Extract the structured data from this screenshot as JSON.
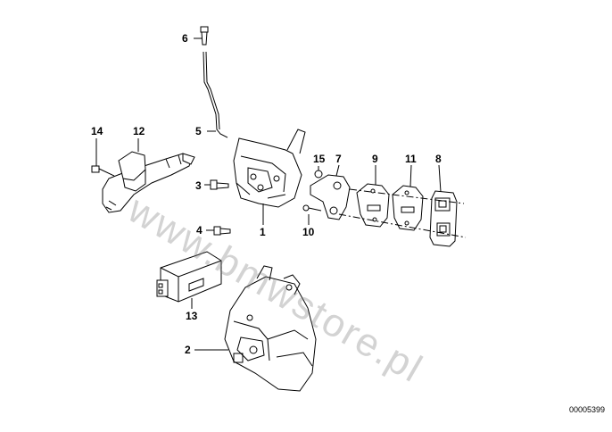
{
  "labels": {
    "p1": "1",
    "p2": "2",
    "p3": "3",
    "p4": "4",
    "p5": "5",
    "p6": "6",
    "p7": "7",
    "p8": "8",
    "p9": "9",
    "p10": "10",
    "p11": "11",
    "p12": "12",
    "p13": "13",
    "p14": "14",
    "p15": "15"
  },
  "watermark": "www.bmwstore.pl",
  "diagram_code": "00005399",
  "colors": {
    "line": "#000000",
    "watermark": "#9a9a9a"
  }
}
